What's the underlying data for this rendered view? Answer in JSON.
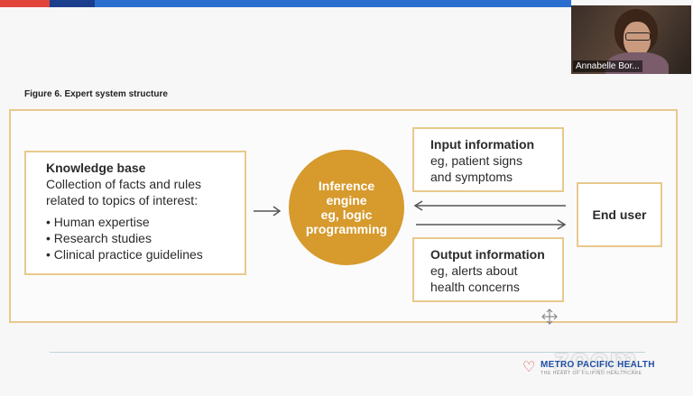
{
  "colors": {
    "accent_gold": "#d69a2d",
    "border_gold": "#e8c98c",
    "brand_blue": "#1e4ea3",
    "bar_red": "#e0443a",
    "bar_blue": "#2a6fd0"
  },
  "participant": {
    "name": "Annabelle Bor..."
  },
  "figure": {
    "title": "Figure 6. Expert system structure",
    "knowledge_base": {
      "title": "Knowledge base",
      "desc_line1": "Collection of facts and rules",
      "desc_line2": "related to topics of interest:",
      "items": [
        "Human expertise",
        "Research studies",
        "Clinical practice guidelines"
      ]
    },
    "inference": {
      "line1": "Inference",
      "line2": "engine",
      "line3": "eg, logic",
      "line4": "programming"
    },
    "input": {
      "title": "Input information",
      "line1": "eg, patient signs",
      "line2": "and symptoms"
    },
    "output": {
      "title": "Output information",
      "line1": "eg, alerts about",
      "line2": "health concerns"
    },
    "end_user": "End user"
  },
  "brand": {
    "name": "METRO PACIFIC HEALTH",
    "tagline": "THE HEART OF FILIPINO HEALTHCARE"
  },
  "watermark": "zoom"
}
